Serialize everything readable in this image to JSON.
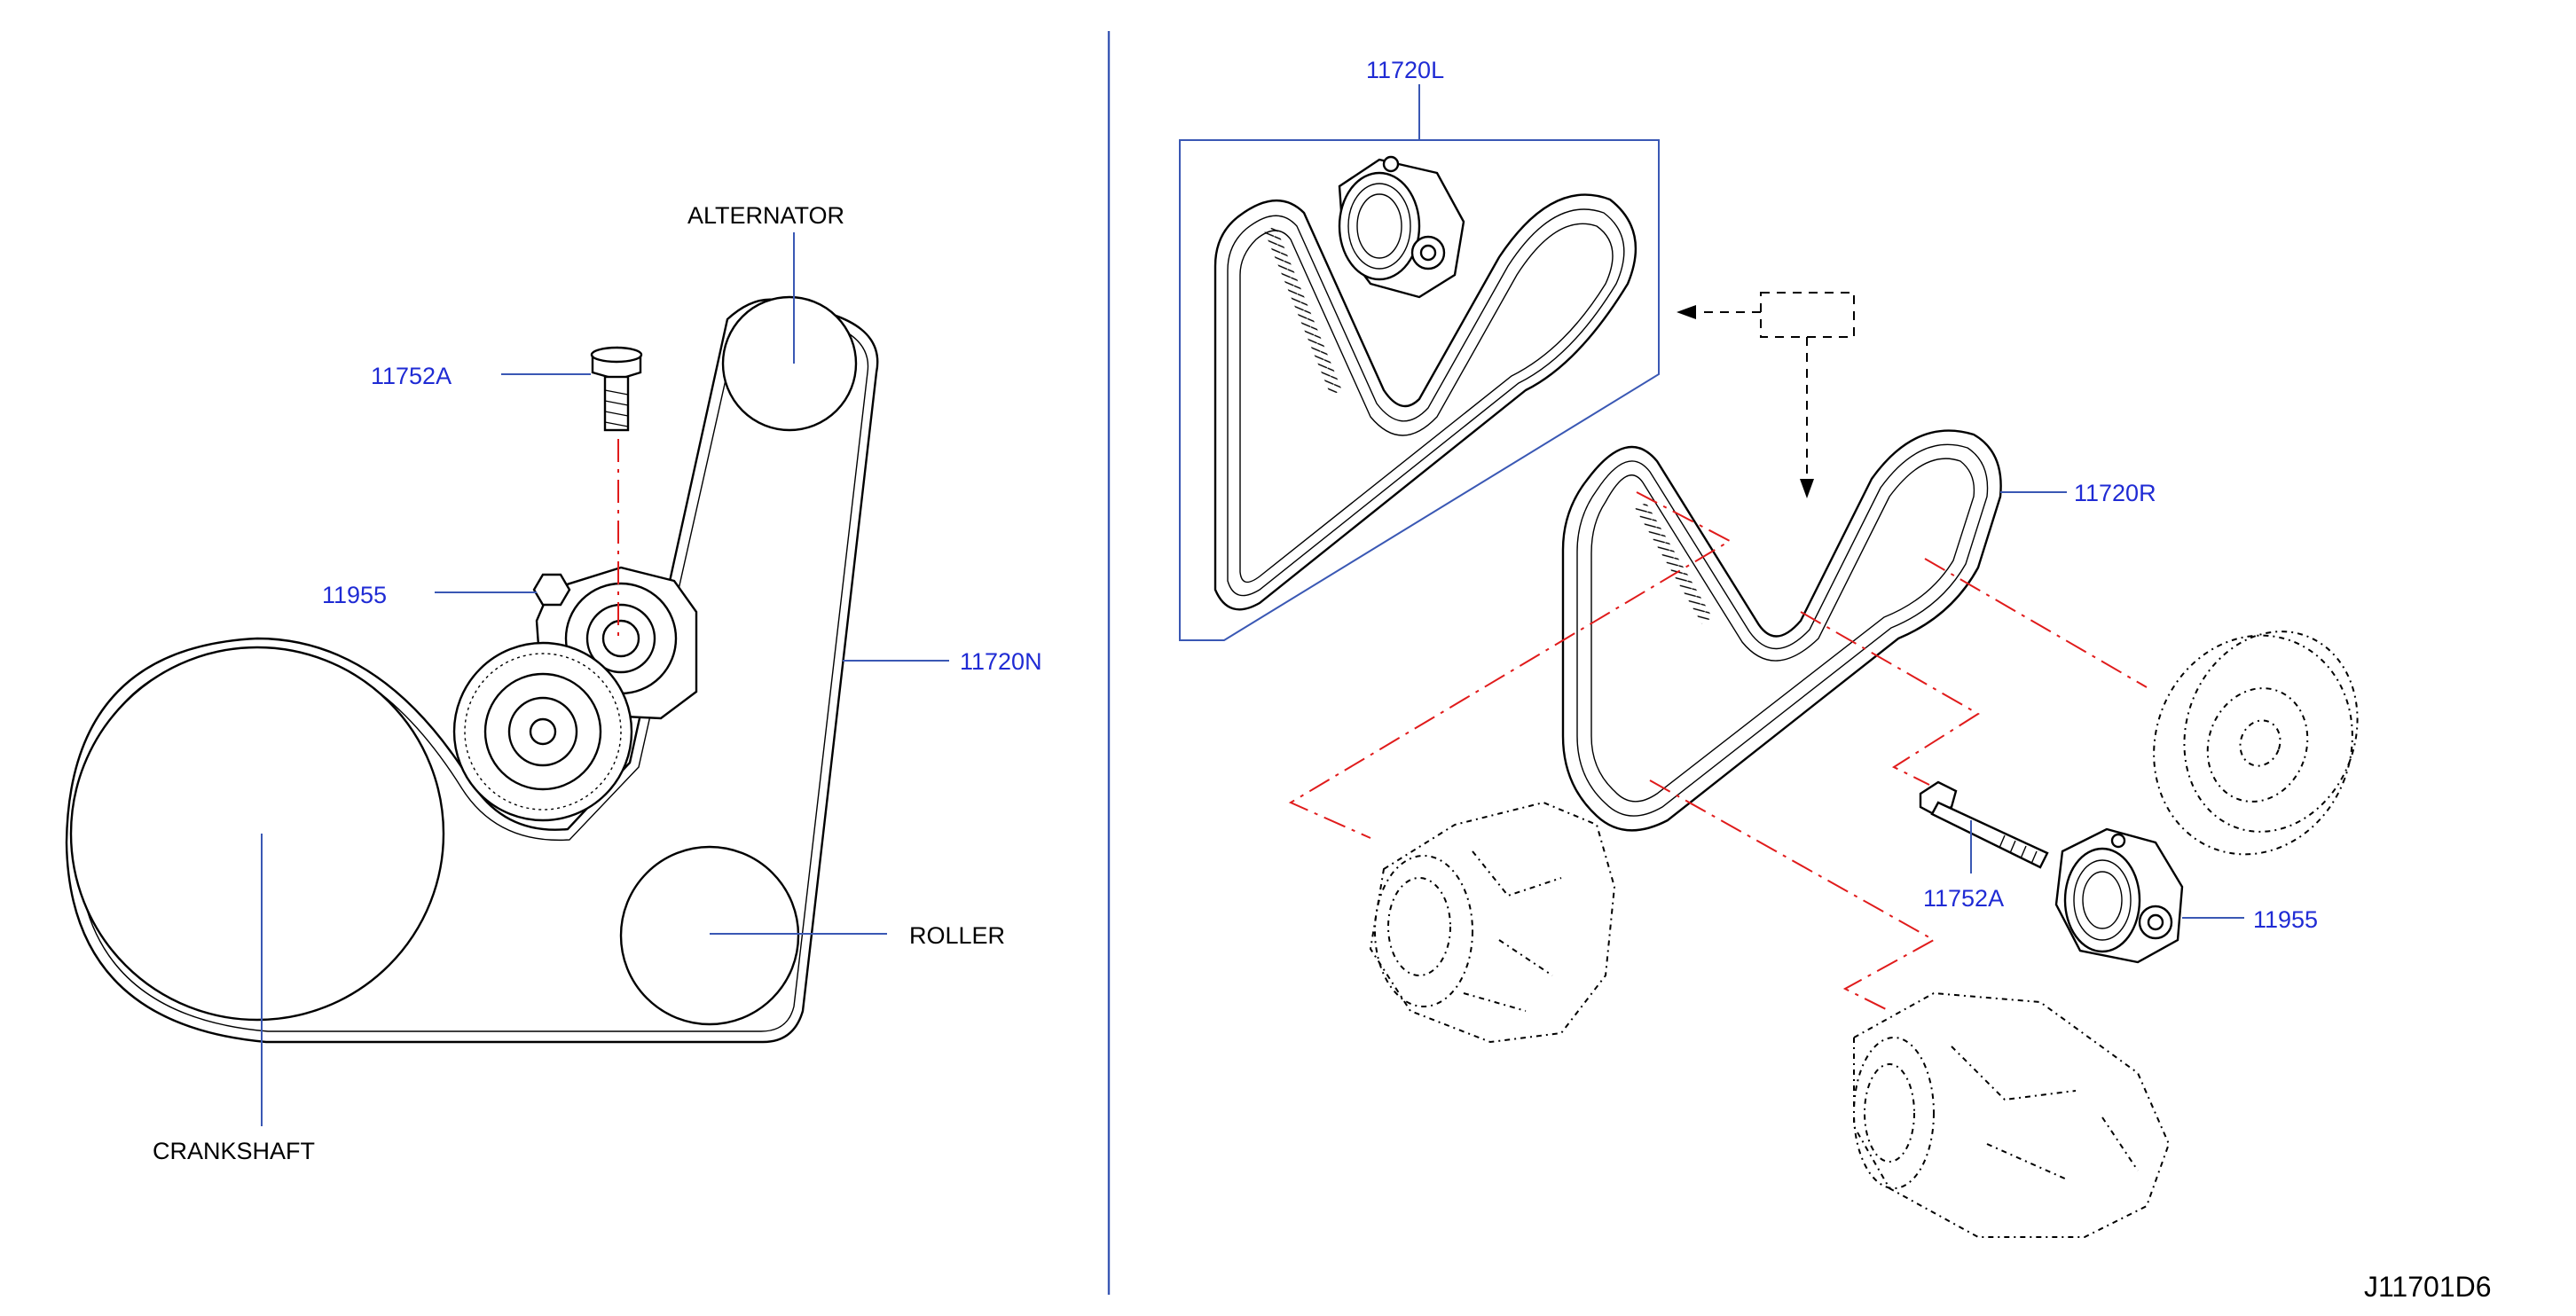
{
  "diagram": {
    "left": {
      "labels": {
        "alternator": "ALTERNATOR",
        "roller": "ROLLER",
        "crankshaft": "CRANKSHAFT"
      },
      "parts": {
        "bolt": "11752A",
        "tensioner": "11955",
        "belt": "11720N"
      }
    },
    "right": {
      "parts": {
        "belt_left": "11720L",
        "belt_right": "11720R",
        "bolt": "11752A",
        "tensioner": "11955"
      }
    },
    "code": "J11701D6"
  },
  "colors": {
    "part_number": "#1f2bd4",
    "leader_line": "#3a58b4",
    "centerline": "#e01b1b",
    "ink": "#000000"
  }
}
